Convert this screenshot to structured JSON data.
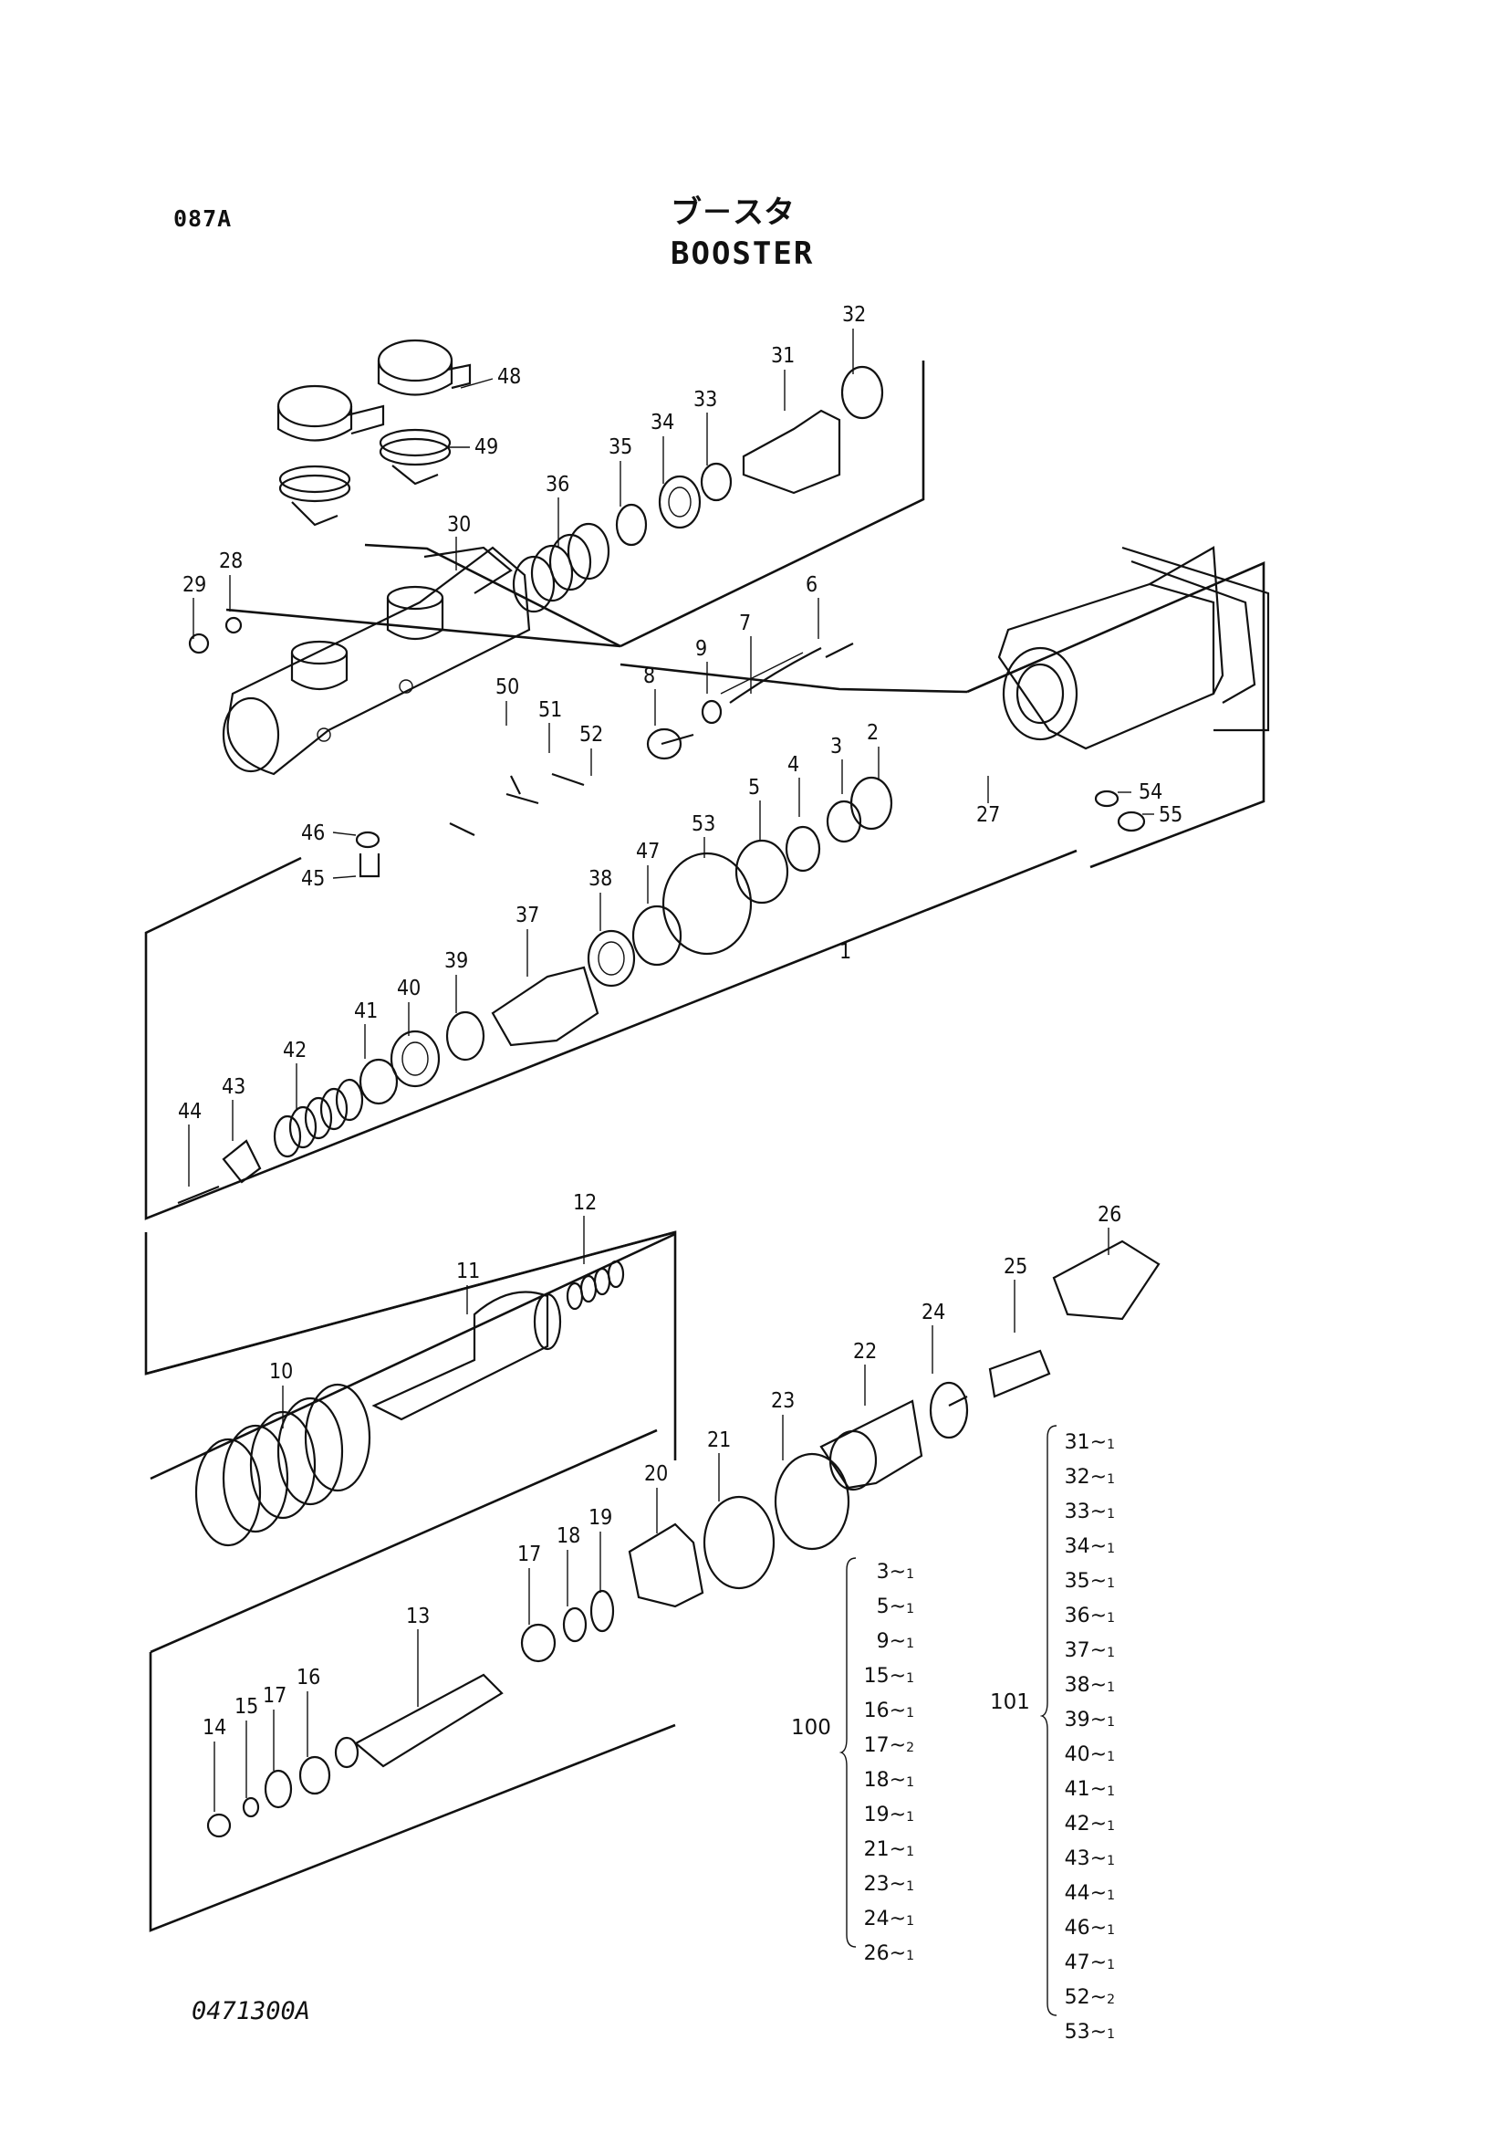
{
  "header": {
    "page_code": "087A",
    "title_jp": "ブ－スタ",
    "title_en": "BOOSTER"
  },
  "footer": {
    "drawing_number": "0471300A"
  },
  "callouts": [
    "1",
    "2",
    "3",
    "4",
    "5",
    "6",
    "7",
    "8",
    "9",
    "10",
    "11",
    "12",
    "13",
    "14",
    "15",
    "16",
    "17",
    "17",
    "18",
    "19",
    "20",
    "21",
    "22",
    "23",
    "24",
    "25",
    "26",
    "27",
    "28",
    "29",
    "30",
    "31",
    "32",
    "33",
    "34",
    "35",
    "36",
    "37",
    "38",
    "39",
    "40",
    "41",
    "42",
    "43",
    "44",
    "45",
    "46",
    "47",
    "48",
    "49",
    "50",
    "51",
    "52",
    "53",
    "54",
    "55"
  ],
  "kits": [
    {
      "label": "100",
      "items": [
        {
          "part": "3",
          "qty": "1"
        },
        {
          "part": "5",
          "qty": "1"
        },
        {
          "part": "9",
          "qty": "1"
        },
        {
          "part": "15",
          "qty": "1"
        },
        {
          "part": "16",
          "qty": "1"
        },
        {
          "part": "17",
          "qty": "2"
        },
        {
          "part": "18",
          "qty": "1"
        },
        {
          "part": "19",
          "qty": "1"
        },
        {
          "part": "21",
          "qty": "1"
        },
        {
          "part": "23",
          "qty": "1"
        },
        {
          "part": "24",
          "qty": "1"
        },
        {
          "part": "26",
          "qty": "1"
        }
      ]
    },
    {
      "label": "101",
      "items": [
        {
          "part": "31",
          "qty": "1"
        },
        {
          "part": "32",
          "qty": "1"
        },
        {
          "part": "33",
          "qty": "1"
        },
        {
          "part": "34",
          "qty": "1"
        },
        {
          "part": "35",
          "qty": "1"
        },
        {
          "part": "36",
          "qty": "1"
        },
        {
          "part": "37",
          "qty": "1"
        },
        {
          "part": "38",
          "qty": "1"
        },
        {
          "part": "39",
          "qty": "1"
        },
        {
          "part": "40",
          "qty": "1"
        },
        {
          "part": "41",
          "qty": "1"
        },
        {
          "part": "42",
          "qty": "1"
        },
        {
          "part": "43",
          "qty": "1"
        },
        {
          "part": "44",
          "qty": "1"
        },
        {
          "part": "46",
          "qty": "1"
        },
        {
          "part": "47",
          "qty": "1"
        },
        {
          "part": "52",
          "qty": "2"
        },
        {
          "part": "53",
          "qty": "1"
        }
      ]
    }
  ]
}
